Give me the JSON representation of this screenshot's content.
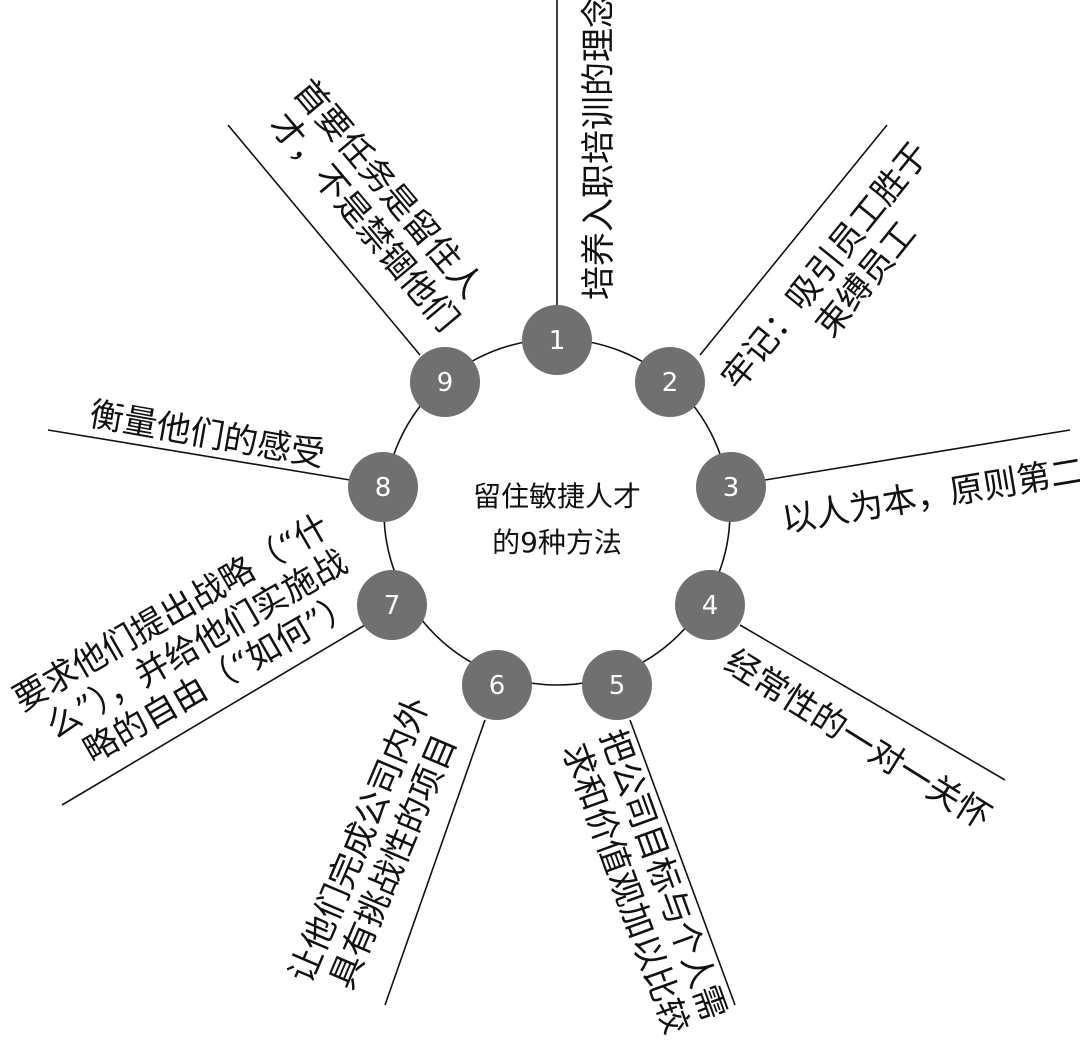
{
  "center": {
    "line1": "留住敏捷人才",
    "line2": "的9种方法"
  },
  "colors": {
    "node_fill": "#707070",
    "line": "#111111"
  },
  "methods": [
    {
      "number": "1",
      "lines": [
        "培养入职培训的理念"
      ]
    },
    {
      "number": "2",
      "lines": [
        "牢记：吸引员工胜于",
        "束缚员工"
      ]
    },
    {
      "number": "3",
      "lines": [
        "以人为本，原则第二"
      ]
    },
    {
      "number": "4",
      "lines": [
        "经常性的一对一关怀"
      ]
    },
    {
      "number": "5",
      "lines": [
        "把公司目标与个人需",
        "求和价值观加以比较"
      ]
    },
    {
      "number": "6",
      "lines": [
        "让他们完成公司内外",
        "具有挑战性的项目"
      ]
    },
    {
      "number": "7",
      "lines": [
        "要求他们提出战略（“什",
        "么”），并给他们实施战",
        "略的自由（“如何”）"
      ]
    },
    {
      "number": "8",
      "lines": [
        "衡量他们的感受"
      ]
    },
    {
      "number": "9",
      "lines": [
        "首要任务是留住人",
        "才，不是禁锢他们"
      ]
    }
  ]
}
